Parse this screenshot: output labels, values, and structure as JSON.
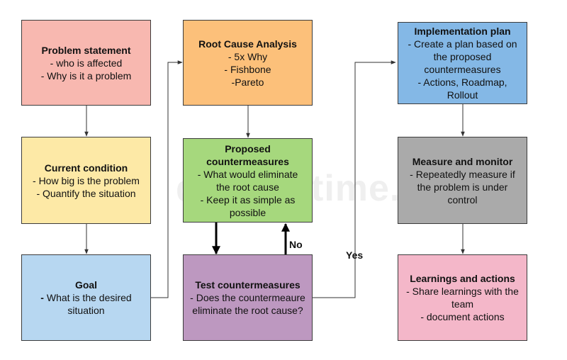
{
  "colors": {
    "problem": "#f8b8b0",
    "current": "#fde9a6",
    "goal": "#b7d7f1",
    "rca": "#fcc07a",
    "proposed": "#a6d87d",
    "test": "#bd98c0",
    "impl": "#84b8e6",
    "measure": "#aaaaaa",
    "learn": "#f4b7c9",
    "border": "#3c3c3c"
  },
  "boxes": {
    "problem": {
      "title": "Problem statement",
      "lines": [
        "- who is affected",
        "- Why is it a problem"
      ]
    },
    "current": {
      "title": "Current condition",
      "lines": [
        "- How big is the problem",
        "- Quantify the situation"
      ]
    },
    "goal": {
      "title": "Goal",
      "lines": [
        "- What is the desired",
        "situation"
      ]
    },
    "rca": {
      "title": "Root Cause Analysis",
      "lines": [
        "- 5x Why",
        "- Fishbone",
        "-Pareto"
      ]
    },
    "proposed": {
      "title1": "Proposed",
      "title2": "countermeasures",
      "lines": [
        "- What would eliminate",
        "the root cause",
        "- Keep it as simple as",
        "possible"
      ]
    },
    "test": {
      "title": "Test countermeasures",
      "lines": [
        "- Does the countermeaure",
        "eliminate the root cause?"
      ]
    },
    "impl": {
      "title": "Implementation plan",
      "lines": [
        "- Create a plan based on",
        "the proposed",
        "countermeasures",
        "- Actions, Roadmap,",
        "Rollout"
      ]
    },
    "measure": {
      "title": "Measure and monitor",
      "lines": [
        "- Repeatedly measure if",
        "the problem is under",
        "control"
      ]
    },
    "learn": {
      "title": "Learnings and actions",
      "lines": [
        "- Share learnings with the",
        "team",
        "- document actions"
      ]
    }
  },
  "edge_labels": {
    "no": "No",
    "yes": "Yes"
  },
  "watermark": "dreamstime."
}
